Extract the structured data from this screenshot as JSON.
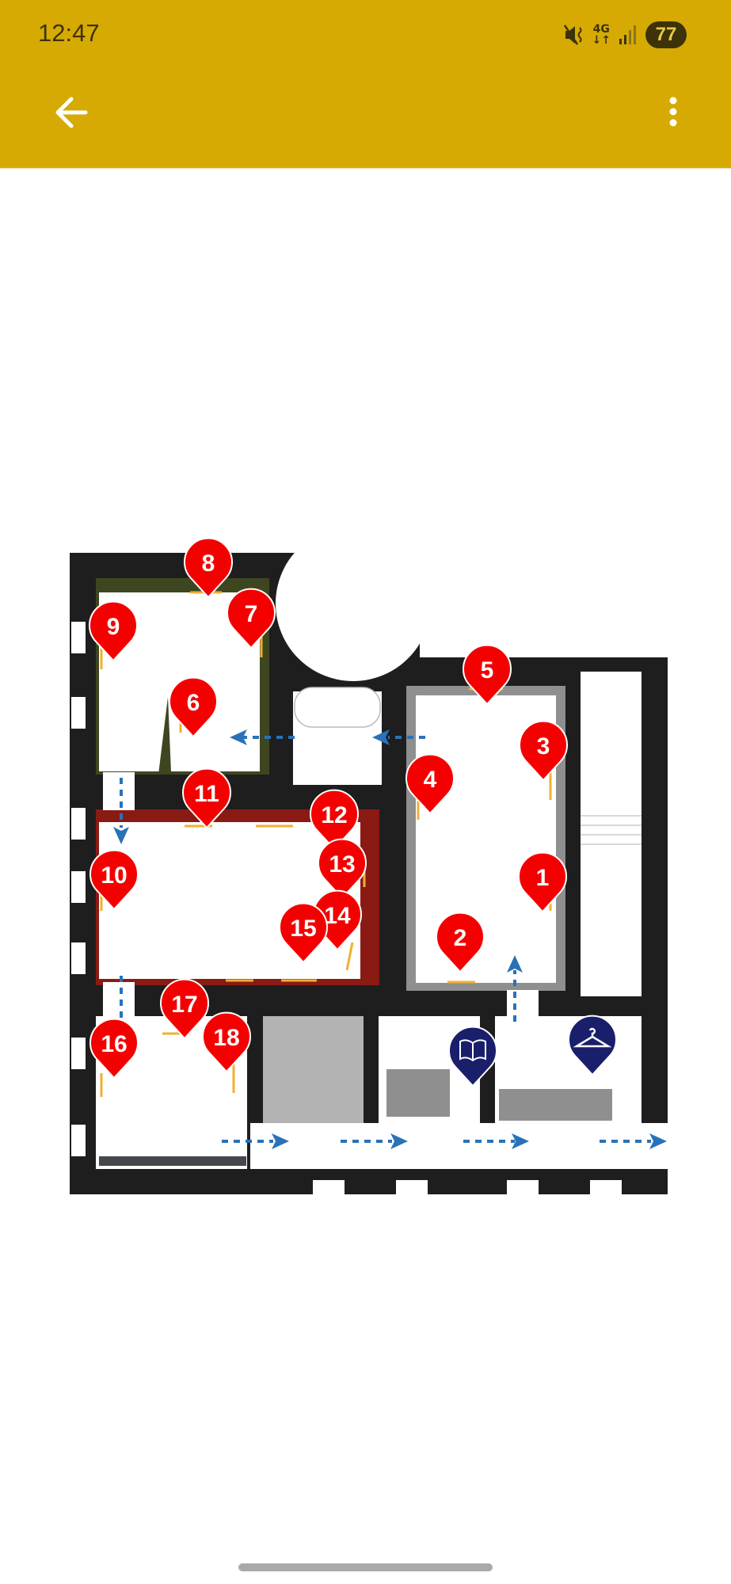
{
  "status_bar": {
    "time": "12:47",
    "network": "4G",
    "battery": "77"
  },
  "app_bar": {
    "back_icon": "arrow-left-icon",
    "menu_icon": "more-vert-icon"
  },
  "map": {
    "pins": [
      "1",
      "2",
      "3",
      "4",
      "5",
      "6",
      "7",
      "8",
      "9",
      "10",
      "11",
      "12",
      "13",
      "14",
      "15",
      "16",
      "17",
      "18"
    ],
    "colors": {
      "pin": "#f40000",
      "service_pin": "#1a1f6b",
      "arrow": "#2a72b8",
      "wall": "#1e1e1e",
      "red_room": "#8a1a14",
      "olive_room": "#3e4620",
      "grey": "#8f8f8f"
    },
    "service_pins": [
      "book-icon",
      "hanger-icon"
    ]
  }
}
